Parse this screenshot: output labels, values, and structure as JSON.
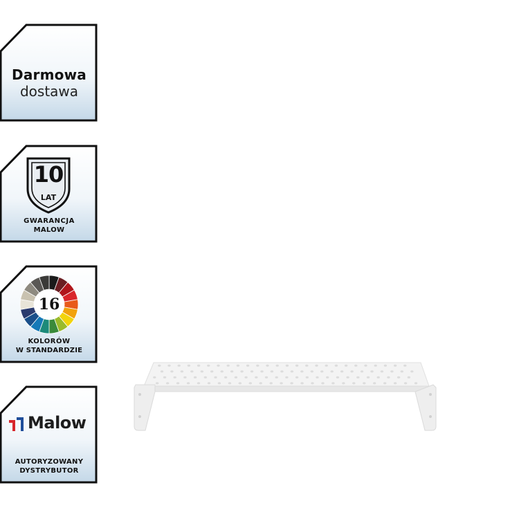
{
  "badges": {
    "delivery": {
      "line1": "Darmowa",
      "line2": "dostawa"
    },
    "warranty": {
      "number": "10",
      "unit": "LAT",
      "line1": "GWARANCJA",
      "line2": "MALOW"
    },
    "colors": {
      "number": "16",
      "line1": "KOLORÓW",
      "line2": "W STANDARDZIE",
      "palette": [
        "#1a1a1a",
        "#6b1e22",
        "#b0161c",
        "#d9262b",
        "#e85a1a",
        "#f2a20c",
        "#f2d40c",
        "#9bbb2a",
        "#3a8a3a",
        "#1d8a7a",
        "#1579b8",
        "#1a4f8a",
        "#2b3b6e",
        "#e8e4d8",
        "#c9c2b0",
        "#8e8a80",
        "#5a5855",
        "#3a3a38"
      ]
    },
    "distributor": {
      "brand": "Malow",
      "line1": "AUTORYZOWANY",
      "line2": "DYSTRYBUTOR"
    }
  },
  "colors": {
    "badge_border": "#111111",
    "badge_fill_top": "#ffffff",
    "badge_fill_bottom": "#c9dcea",
    "logo_red": "#d7262b",
    "logo_blue": "#1f4e9a",
    "shelf": "#f2f2f2",
    "shelf_edge": "#dcdcdc"
  }
}
